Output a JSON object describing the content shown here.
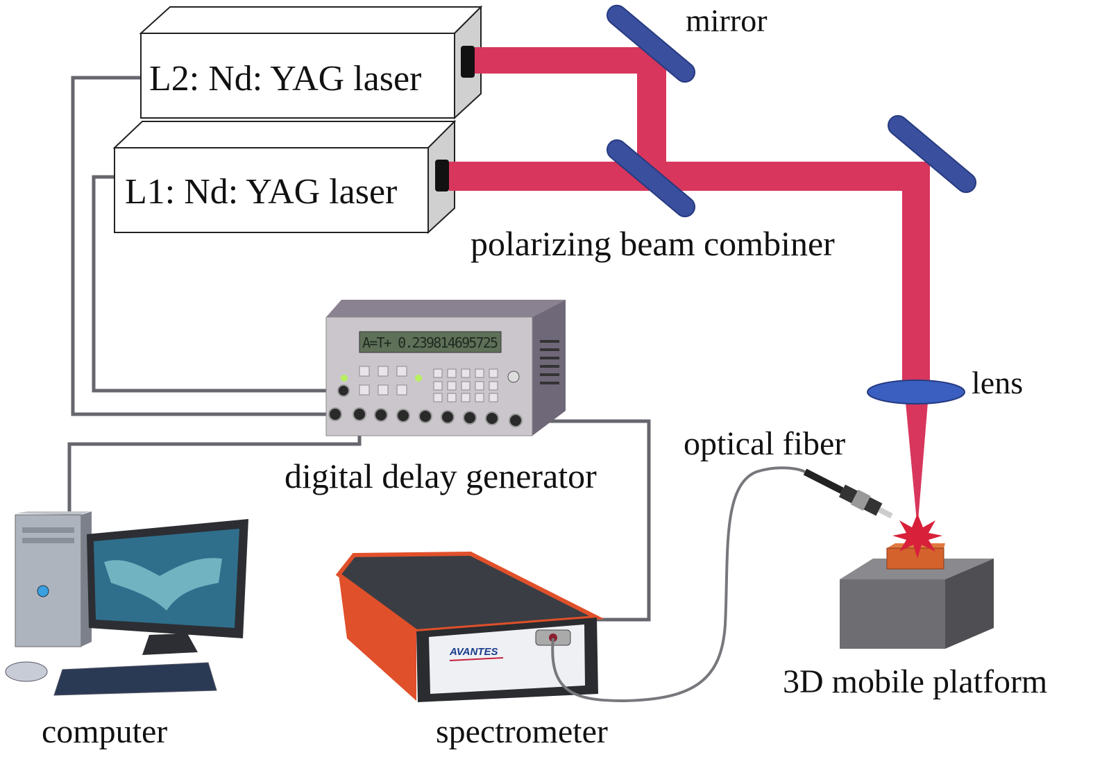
{
  "labels": {
    "mirror": "mirror",
    "laser_l2": "L2: Nd: YAG laser",
    "laser_l1": "L1: Nd: YAG laser",
    "combiner": "polarizing beam combiner",
    "lens": "lens",
    "optical_fiber": "optical fiber",
    "delay_generator": "digital delay generator",
    "computer": "computer",
    "spectrometer": "spectrometer",
    "platform": "3D mobile platform"
  },
  "delay_generator_display": "A=T+  0.239814695725",
  "spectrometer_brand": "AVANTES",
  "colors": {
    "beam": "#d8365c",
    "optics": "#3a4f9e",
    "cable": "#66666e",
    "sample": "#d4622c",
    "spark": "#d8203a",
    "platform": "#6e6e72"
  }
}
